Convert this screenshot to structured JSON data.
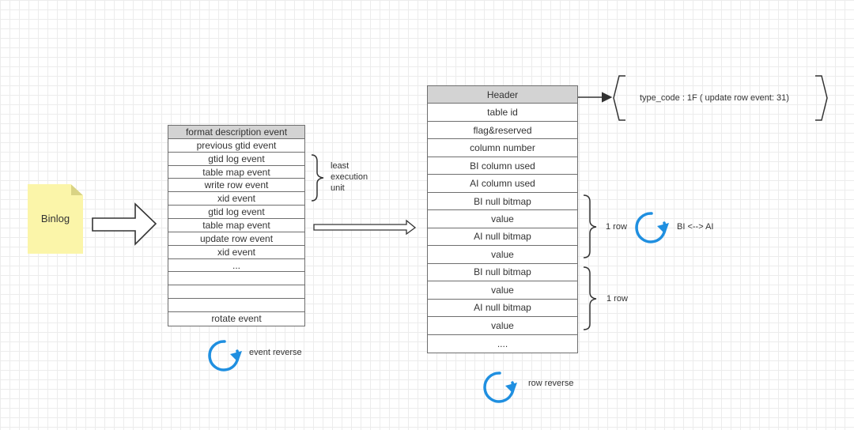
{
  "binlog_note": {
    "label": "Binlog",
    "color": "#fbf5a9"
  },
  "event_list": {
    "header": "format description event",
    "items": [
      "previous gtid event",
      "gtid log event",
      "table map event",
      "write row event",
      "xid event",
      "gtid log event",
      "table map event",
      "update row event",
      "xid event",
      "...",
      "",
      "",
      "",
      "rotate event"
    ]
  },
  "execution_unit_label": "least\nexecution\nunit",
  "event_reverse_label": "event reverse",
  "row_event": {
    "header": "Header",
    "fields": [
      "table id",
      "flag&reserved",
      "column number",
      "BI column used",
      "AI column used",
      "BI null bitmap",
      "value",
      "AI null bitmap",
      "value",
      "BI null bitmap",
      "value",
      "AI null bitmap",
      "value",
      "...."
    ]
  },
  "type_code_label": "type_code : 1F ( update row event: 31)",
  "row_group_labels": [
    "1 row",
    "1 row"
  ],
  "bi_ai_label": "BI <--> AI",
  "row_reverse_label": "row reverse",
  "colors": {
    "reverse_icon": "#1f8fe0",
    "header_fill": "#d3d3d3",
    "note_fill": "#fbf5a9"
  }
}
